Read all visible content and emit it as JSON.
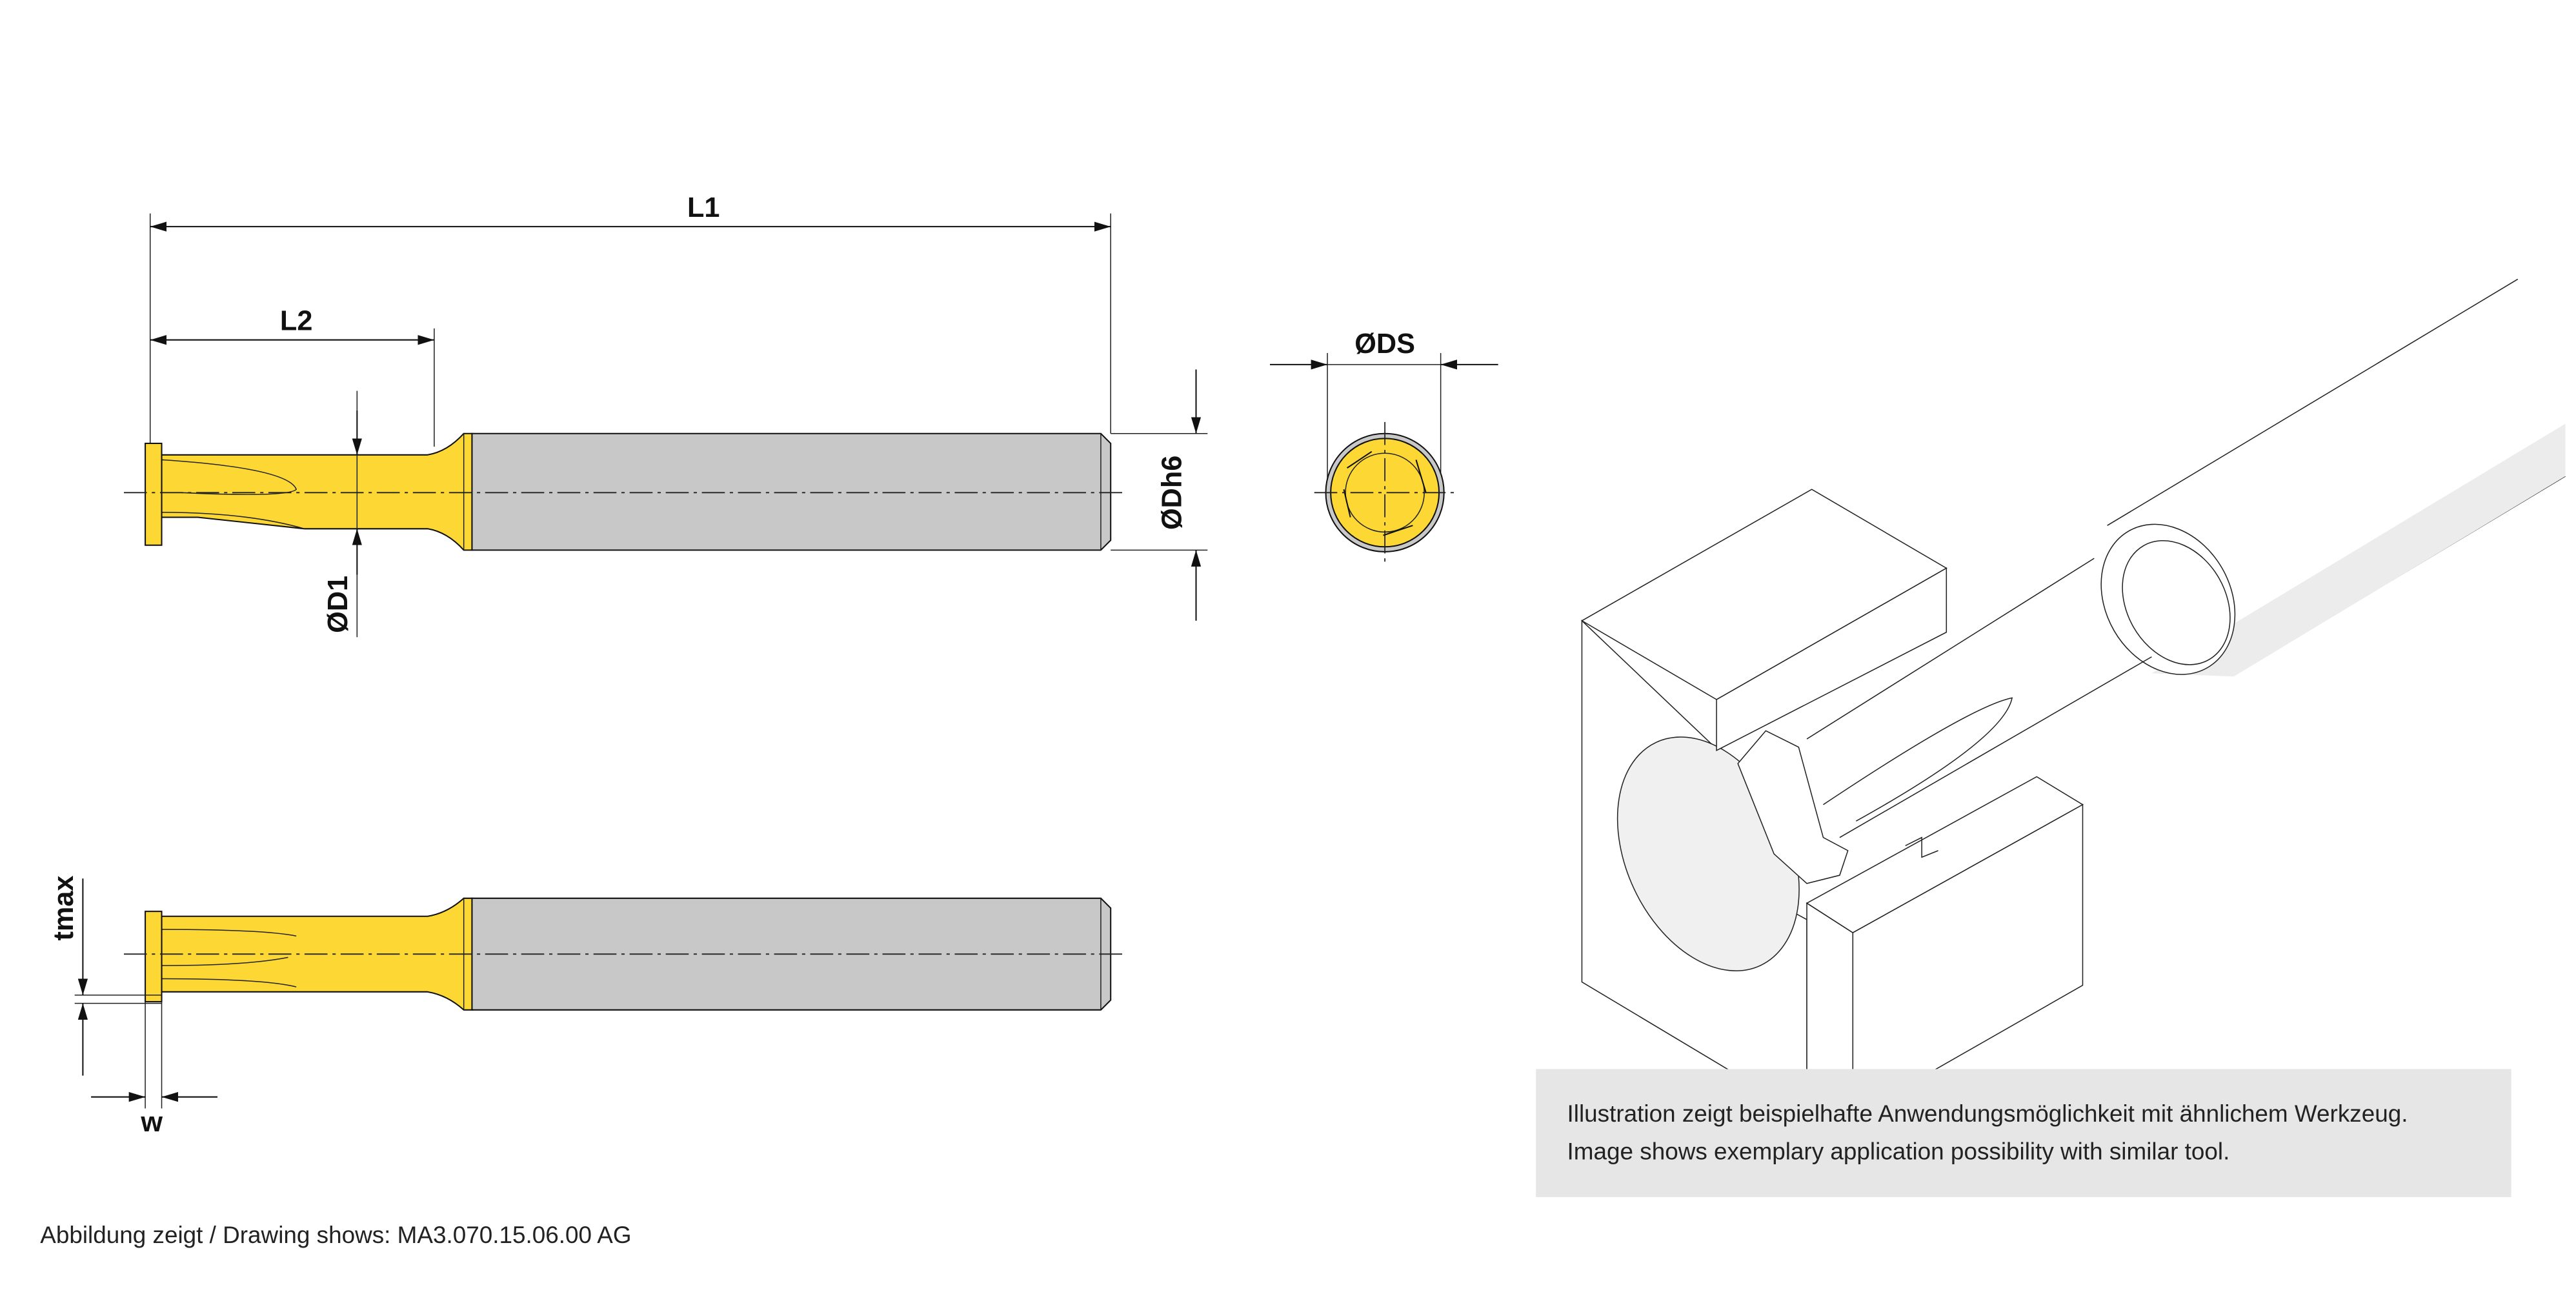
{
  "drawing": {
    "labels": {
      "L1": "L1",
      "L2": "L2",
      "D1": "ØD1",
      "Dh6": "ØDh6",
      "DS": "ØDS",
      "tmax": "tmax",
      "w": "w"
    },
    "colors": {
      "cutter": "#fdd835",
      "shank": "#c8c8c8",
      "caption_bg": "#e6e6e6"
    }
  },
  "caption": {
    "line1": "Illustration zeigt beispielhafte Anwendungsmöglichkeit mit ähnlichem Werkzeug.",
    "line2": "Image shows exemplary application possibility with similar tool."
  },
  "footer": {
    "text": "Abbildung zeigt / Drawing shows: MA3.070.15.06.00 AG"
  }
}
